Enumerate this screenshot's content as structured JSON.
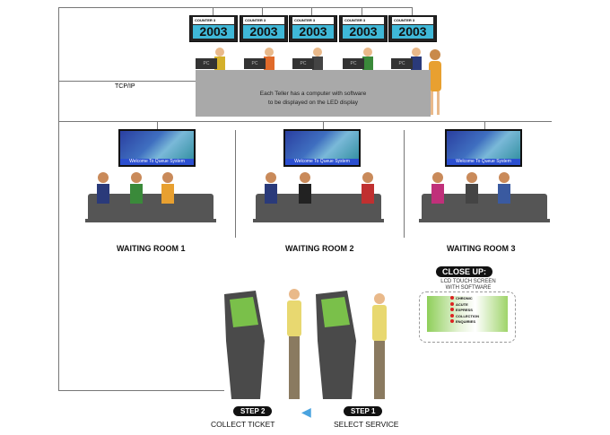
{
  "counters": [
    {
      "label": "COUNTER 3",
      "number": "2003"
    },
    {
      "label": "COUNTER 3",
      "number": "2003"
    },
    {
      "label": "COUNTER 3",
      "number": "2003"
    },
    {
      "label": "COUNTER 3",
      "number": "2003"
    },
    {
      "label": "COUNTER 3",
      "number": "2003"
    }
  ],
  "pc_label": "PC",
  "network_label": "TCP/IP",
  "desk_text_1": "Each Teller has a computer with software",
  "desk_text_2": "to be displayed on the LED display",
  "tv_caption": "Welcome To Queue System",
  "rooms": [
    "WAITING ROOM 1",
    "WAITING ROOM 2",
    "WAITING ROOM 3"
  ],
  "closeup": {
    "title": "CLOSE UP:",
    "subtitle_1": "LCD TOUCH SCREEN",
    "subtitle_2": "WITH SOFTWARE",
    "menu": [
      "CHRONIC",
      "ACUTE",
      "EXPRESS",
      "COLLECTION",
      "ENQUIRIES"
    ]
  },
  "steps": [
    {
      "badge": "STEP 2",
      "label": "COLLECT TICKET"
    },
    {
      "badge": "STEP 1",
      "label": "SELECT SERVICE"
    }
  ],
  "colors": {
    "led": "#3fb8d8",
    "desk": "#a9a9a9",
    "arrow": "#4aa3df"
  }
}
